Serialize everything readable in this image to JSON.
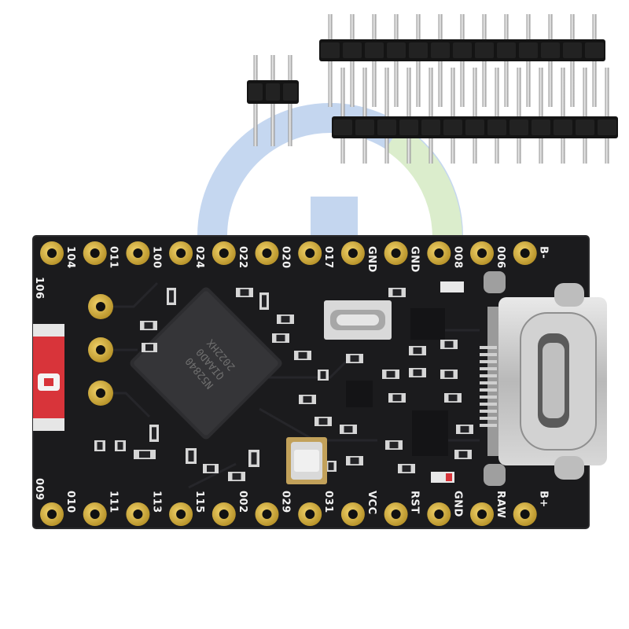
{
  "colors": {
    "pcb": "#1b1b1d",
    "pad_gold": "#d9b43a",
    "pin_silver": "#c8c8c8",
    "header_plastic": "#141414",
    "watermark_blue": "#2e6fc9",
    "watermark_green": "#7fc24a",
    "battery_red": "#d8343a"
  },
  "board": {
    "top_pins": [
      "104",
      "011",
      "100",
      "024",
      "022",
      "020",
      "017",
      "GND",
      "GND",
      "008",
      "006",
      "B-"
    ],
    "bottom_pins": [
      "010",
      "111",
      "113",
      "115",
      "002",
      "029",
      "031",
      "VCC",
      "RST",
      "GND",
      "RAW",
      "B+"
    ],
    "side_top_label": "106",
    "side_bottom_label": "009",
    "chip_text": [
      "N52840",
      "QIAAD0",
      "2022HX"
    ]
  },
  "accessories": {
    "short_header_pin_count": 3,
    "long_header_pin_count": 13,
    "long_header_count": 2
  }
}
